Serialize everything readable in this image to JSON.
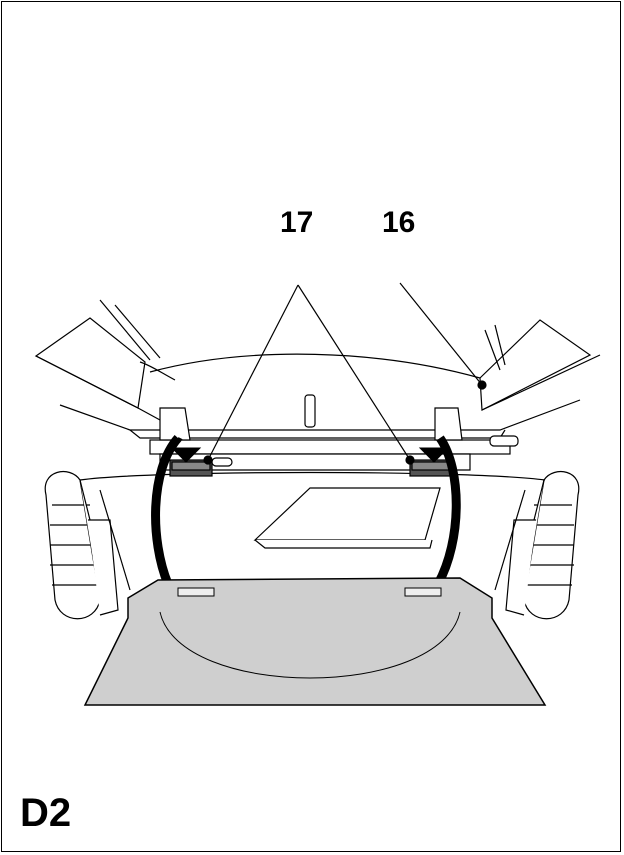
{
  "figure_label": "D2",
  "callouts": {
    "left": "17",
    "right": "16"
  },
  "colors": {
    "line": "#000000",
    "grass_bag": "#cfcfcf",
    "background": "#ffffff"
  }
}
